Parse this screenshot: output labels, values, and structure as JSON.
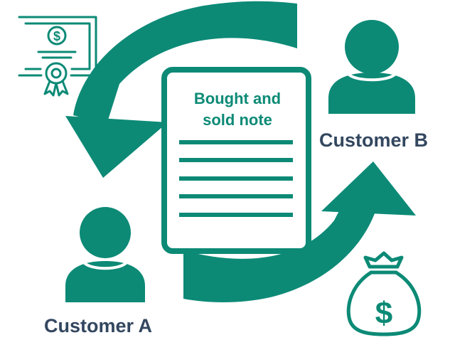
{
  "colors": {
    "teal": "#0c8a76",
    "label_text": "#33475f",
    "background": "#ffffff"
  },
  "document": {
    "icon": "document-icon",
    "title_line1": "Bought and",
    "title_line2": "sold note",
    "body_lines": 5
  },
  "customer_a": {
    "icon": "person-icon",
    "label": "Customer A"
  },
  "customer_b": {
    "icon": "person-icon",
    "label": "Customer B"
  },
  "certificate": {
    "icon": "certificate-icon",
    "seal_icon": "ribbon-seal-icon",
    "currency_symbol": "$"
  },
  "money_bag": {
    "icon": "money-bag-icon",
    "currency_symbol": "$"
  },
  "arrows": {
    "top": "curved-arrow-left-icon",
    "bottom": "curved-arrow-right-icon"
  }
}
